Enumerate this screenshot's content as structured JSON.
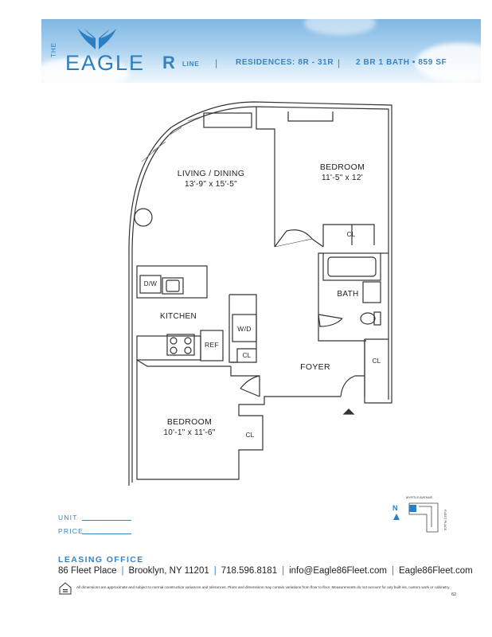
{
  "brand": {
    "the": "THE",
    "name": "EAGLE",
    "color": "#2a7fc0"
  },
  "header": {
    "line_letter": "R",
    "line_word": "LINE",
    "sep1": "|",
    "residences": "RESIDENCES: 8R - 31R",
    "sep2": "|",
    "summary": "2 BR  1 BATH • 859 SF"
  },
  "rooms": {
    "living_name": "LIVING / DINING",
    "living_dims": "13'-9\" x 15'-5\"",
    "bedroom1_name": "BEDROOM",
    "bedroom1_dims": "11'-5\" x  12'",
    "closet_bed1": "CL",
    "bath": "BATH",
    "kitchen": "KITCHEN",
    "dw": "D/W",
    "ref": "REF",
    "wd": "W/D",
    "closet_hall": "CL",
    "foyer": "FOYER",
    "closet_foyer": "CL",
    "bedroom2_name": "BEDROOM",
    "bedroom2_dims": "10'-1\" x 11'-6\"",
    "closet_bed2": "CL"
  },
  "fields": {
    "unit": "UNIT",
    "price": "PRICE"
  },
  "compass": {
    "label": "N"
  },
  "keyplan": {
    "street_top": "MYRTLE AVENUE",
    "street_side": "FLEET PLACE"
  },
  "footer": {
    "leasing": "LEASING OFFICE",
    "address": "86 Fleet Place",
    "city": "Brooklyn, NY 11201",
    "phone": "718.596.8181",
    "email": "info@Eagle86Fleet.com",
    "web": "Eagle86Fleet.com",
    "disclaimer": "All dimensions are approximate and subject to normal construction variances and tolerances. Plans and dimensions may contain variations from floor to floor. Measurements do not account for any built-ins, custom work or cabinetry.",
    "page_number": "62"
  }
}
